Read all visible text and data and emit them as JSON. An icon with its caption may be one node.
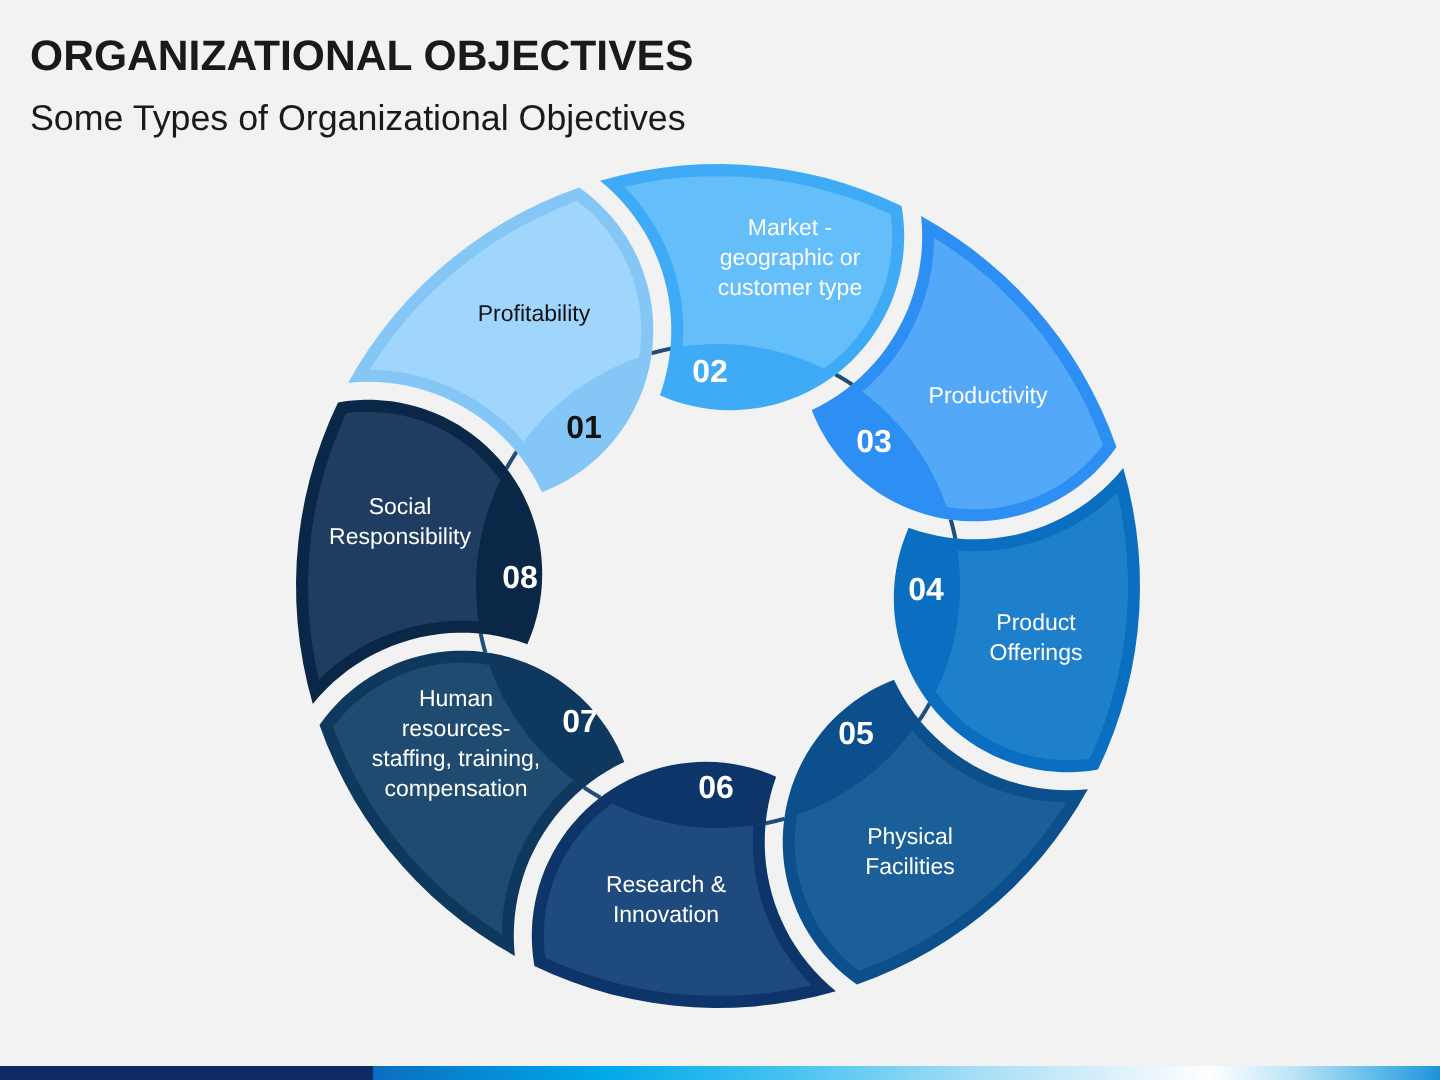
{
  "diagram": {
    "title": "ORGANIZATIONAL OBJECTIVES",
    "nodes": [
      {
        "text": [
          "Profitability",
          "01"
        ]
      },
      {
        "text": [
          "Market - geographic or customer type",
          "02"
        ]
      },
      {
        "text": [
          "Productivity",
          "03"
        ]
      },
      {
        "text": [
          "04",
          "Product Offerings"
        ]
      },
      {
        "text": [
          "05",
          "Physical Facilities"
        ]
      },
      {
        "text": [
          "06",
          "Research & Innovation"
        ]
      },
      {
        "text": [
          "Human resources- staffing, training, compensation",
          "07"
        ]
      },
      {
        "text": [
          "Social Responsibility",
          "08"
        ]
      }
    ],
    "edges": [
      {
        "from": 0,
        "to": 1,
        "arrow": "none"
      },
      {
        "from": 1,
        "to": 2,
        "arrow": "none"
      },
      {
        "from": 2,
        "to": 3,
        "arrow": "none"
      },
      {
        "from": 3,
        "to": 4,
        "arrow": "none"
      },
      {
        "from": 4,
        "to": 5,
        "arrow": "none"
      },
      {
        "from": 5,
        "to": 6,
        "arrow": "none"
      },
      {
        "from": 6,
        "to": 7,
        "arrow": "none"
      },
      {
        "from": 7,
        "to": 0,
        "arrow": "none"
      }
    ],
    "labels": [
      "Some Types of Organizational Objectives"
    ]
  }
}
